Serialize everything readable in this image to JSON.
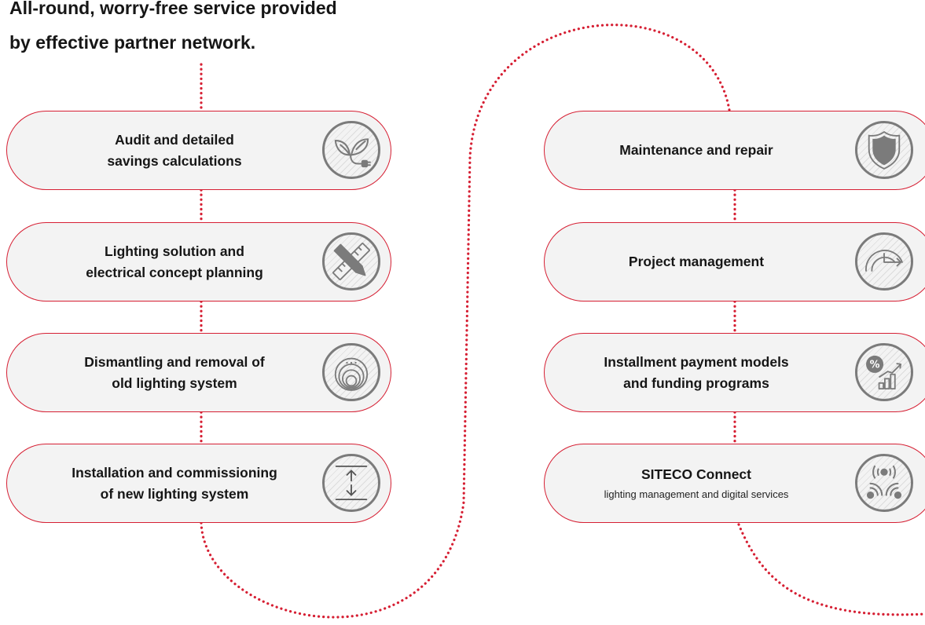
{
  "heading": {
    "line1": "All-round, worry-free service provided",
    "line2": "by effective partner network."
  },
  "left_steps": [
    {
      "line1": "Audit and detailed",
      "line2": "savings calculations",
      "icon": "leaf-plug-icon"
    },
    {
      "line1": "Lighting solution and",
      "line2": "electrical concept planning",
      "icon": "pencil-ruler-icon"
    },
    {
      "line1": "Dismantling and removal of",
      "line2": "old lighting system",
      "icon": "lamp-rings-icon"
    },
    {
      "line1": "Installation and commissioning",
      "line2": "of new lighting system",
      "icon": "height-arrows-icon"
    }
  ],
  "right_steps": [
    {
      "line1": "Maintenance and repair",
      "icon": "shield-icon"
    },
    {
      "line1": "Project management",
      "icon": "gauge-arrow-icon"
    },
    {
      "line1": "Installment payment models",
      "line2": "and funding programs",
      "icon": "percent-chart-icon"
    },
    {
      "line1": "SITECO Connect",
      "subtitle": "lighting management and digital services",
      "icon": "wireless-signal-icon"
    }
  ],
  "colors": {
    "accent": "#d61f33",
    "card_bg": "#f3f3f3",
    "icon_gray": "#7b7b7b"
  }
}
